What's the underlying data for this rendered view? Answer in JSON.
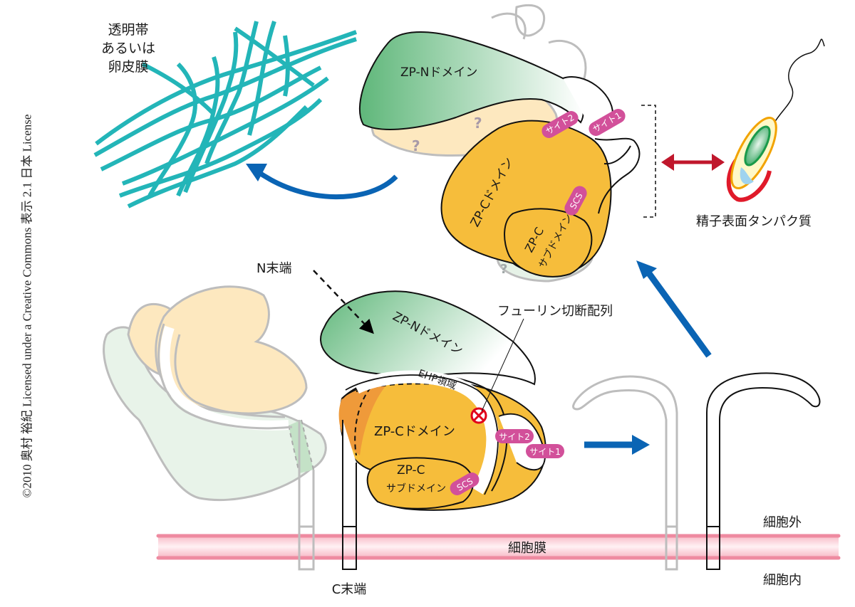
{
  "copyright": "©2010 奥村 裕紀 Licensed under a Creative Commons 表示 2.1 日本 License",
  "labels": {
    "zona_line1": "透明帯",
    "zona_line2": "あるいは",
    "zona_line3": "卵皮膜",
    "sperm_protein": "精子表面タンパク質",
    "n_terminus": "N末端",
    "c_terminus": "C末端",
    "furin_site": "フューリン切断配列",
    "membrane": "細胞膜",
    "extracellular": "細胞外",
    "intracellular": "細胞内",
    "unknown_mark": "?"
  },
  "top_protein": {
    "zp_n": "ZP-Nドメイン",
    "zp_c": "ZP-Cドメイン",
    "zp_c_sub_line1": "ZP-C",
    "zp_c_sub_line2": "サブドメイン",
    "site2": "サイト2",
    "site1": "サイト1",
    "scs": "SCS"
  },
  "bottom_protein": {
    "zp_n": "ZP-Nドメイン",
    "ehp": "EHP領域",
    "zp_c": "ZP-Cドメイン",
    "zp_c_sub_line1": "ZP-C",
    "zp_c_sub_line2": "サブドメイン",
    "site2": "サイト2",
    "site1": "サイト1",
    "scs": "SCS"
  },
  "colors": {
    "zp_n_green": "#5fb77a",
    "zp_c_orange": "#f6bd3b",
    "ehp_dark_orange": "#ef9a3a",
    "pill_magenta": "#d2509a",
    "arrow_blue": "#0a64b4",
    "arrow_red": "#c0172c",
    "fiber_teal": "#23b5b8",
    "membrane_pink": "#ee8aa0",
    "ghost_tan": "#fde8bf",
    "ghost_green": "#e6f2e7"
  }
}
